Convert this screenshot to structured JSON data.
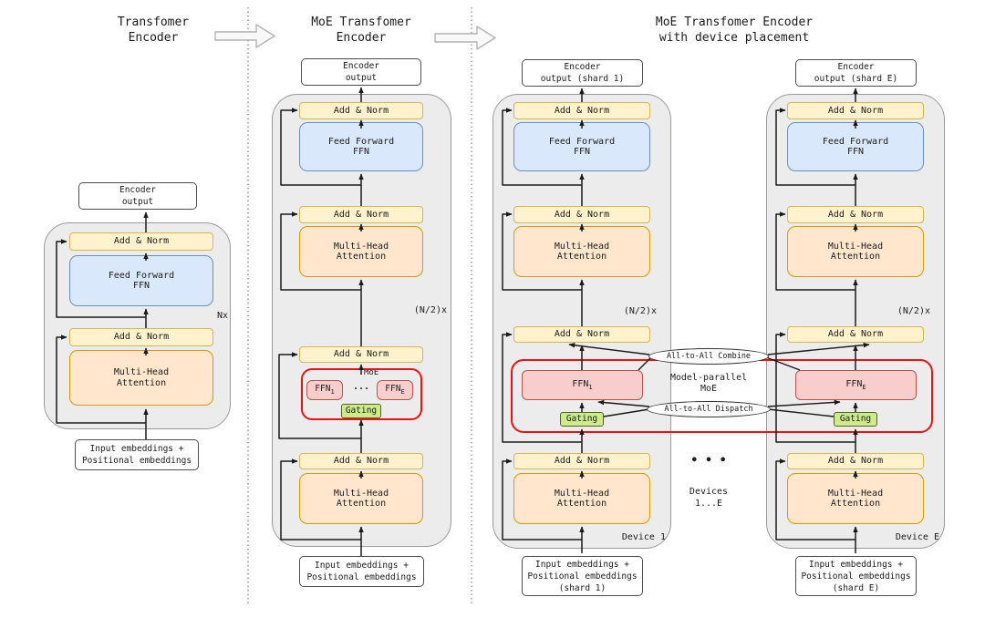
{
  "titles": {
    "left_line1": "Transfomer",
    "left_line2": "Encoder",
    "middle_line1": "MoE Transfomer",
    "middle_line2": "Encoder",
    "right_line1": "MoE Transfomer Encoder",
    "right_line2": "with device placement"
  },
  "labels": {
    "add_norm": "Add & Norm",
    "feed_forward_line1": "Feed Forward",
    "feed_forward_line2": "FFN",
    "attention_line1": "Multi-Head",
    "attention_line2": "Attention",
    "nx": "Nx",
    "n_half_x": "(N/2)x",
    "moe": "MoE",
    "gating": "Gating",
    "dots": "...",
    "ffn": "FFN",
    "sub_1": "1",
    "sub_e": "E"
  },
  "boxes": {
    "encoder_output_line1": "Encoder",
    "encoder_output_line2": "output",
    "encoder_output_shard1_line2": "output (shard 1)",
    "encoder_output_shardE_line2": "output (shard E)",
    "input_line1": "Input embeddings +",
    "input_line2": "Positional embeddings",
    "input_shard1_line3": "(shard 1)",
    "input_shardE_line3": "(shard E)"
  },
  "right_panel": {
    "combine": "All-to-All Combine",
    "dispatch": "All-to-All Dispatch",
    "model_parallel_line1": "Model-parallel",
    "model_parallel_line2": "MoE",
    "device1": "Device 1",
    "deviceE": "Device E",
    "devices_line1": "Devices",
    "devices_line2": "1...E",
    "ellipsis": "• • •"
  },
  "colors": {
    "add_norm_fill": "#fff2cc",
    "add_norm_stroke": "#d6b656",
    "ffn_fill": "#dae8fc",
    "ffn_stroke": "#6c8ebf",
    "attention_fill": "#ffe6cc",
    "attention_stroke": "#d79b00",
    "expert_fill": "#f8cecc",
    "expert_stroke": "#b85450",
    "gating_fill": "#cdeb8b",
    "container_fill": "#ececec",
    "moe_outline": "#ee1111"
  }
}
